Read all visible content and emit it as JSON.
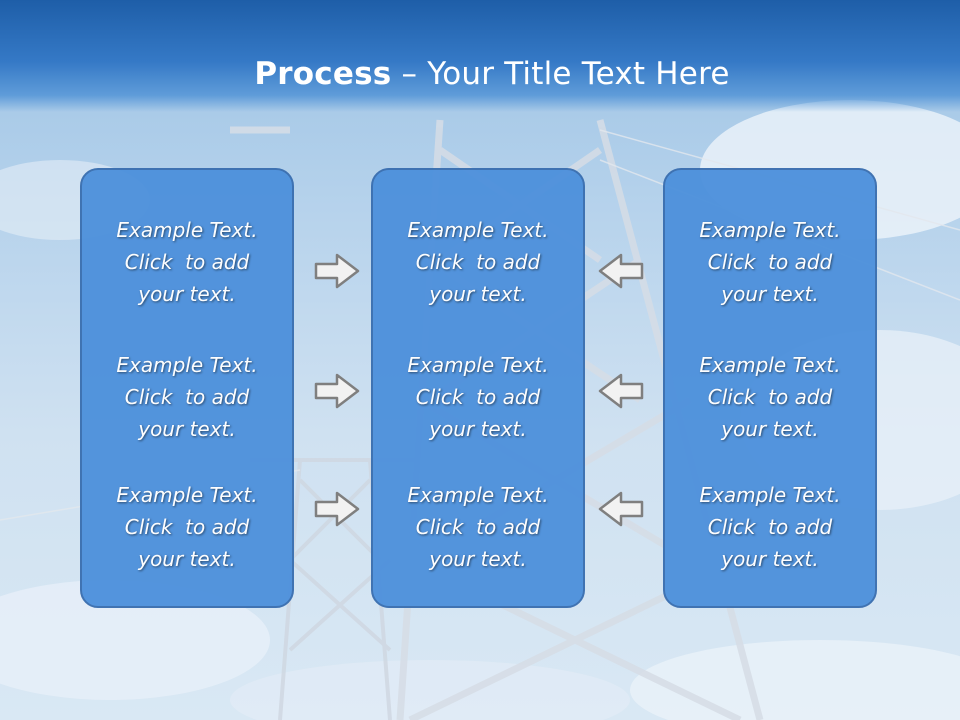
{
  "title": {
    "bold": "Process",
    "rest": " – Your Title Text Here"
  },
  "columns": [
    {
      "items": [
        {
          "line1": "Example Text.",
          "line2": "Click  to add",
          "line3": "your text."
        },
        {
          "line1": "Example Text.",
          "line2": "Click  to add",
          "line3": "your text."
        },
        {
          "line1": "Example Text.",
          "line2": "Click  to add",
          "line3": "your text."
        }
      ]
    },
    {
      "items": [
        {
          "line1": "Example Text.",
          "line2": "Click  to add",
          "line3": "your text."
        },
        {
          "line1": "Example Text.",
          "line2": "Click  to add",
          "line3": "your text."
        },
        {
          "line1": "Example Text.",
          "line2": "Click  to add",
          "line3": "your text."
        }
      ]
    },
    {
      "items": [
        {
          "line1": "Example Text.",
          "line2": "Click  to add",
          "line3": "your text."
        },
        {
          "line1": "Example Text.",
          "line2": "Click  to add",
          "line3": "your text."
        },
        {
          "line1": "Example Text.",
          "line2": "Click  to add",
          "line3": "your text."
        }
      ]
    }
  ],
  "colors": {
    "header": "#2a6bb8",
    "box_fill": "#4e91dc",
    "box_border": "#3a6fb0",
    "arrow_fill": "#f2f2f2",
    "arrow_stroke": "#7f7f7f"
  },
  "icons": {
    "left_arrows": "arrow-right-icon",
    "right_arrows": "arrow-left-icon"
  }
}
